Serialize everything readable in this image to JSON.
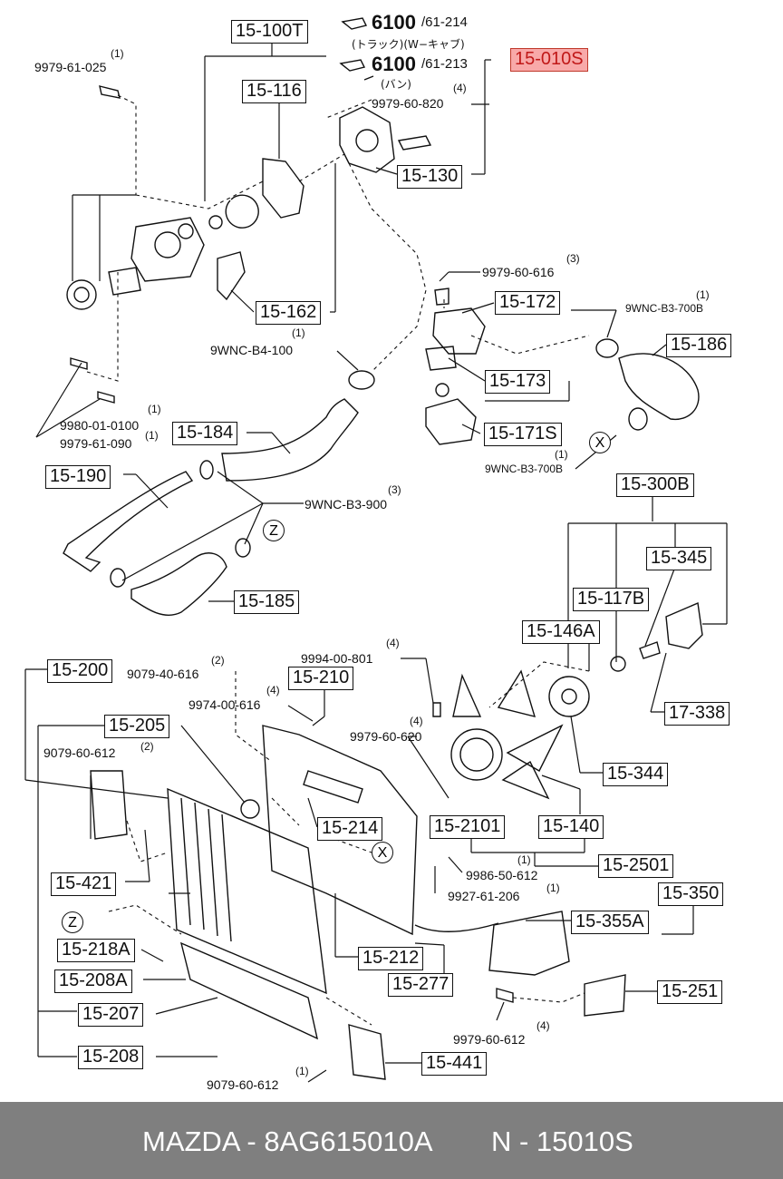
{
  "callouts": {
    "c15_100T": "15-100T",
    "c15_116": "15-116",
    "c15_010S": "15-010S",
    "c15_130": "15-130",
    "c15_162": "15-162",
    "c15_172": "15-172",
    "c15_186": "15-186",
    "c15_173": "15-173",
    "c15_171S": "15-171S",
    "c15_184": "15-184",
    "c15_190": "15-190",
    "c15_185": "15-185",
    "c15_300B": "15-300B",
    "c15_345": "15-345",
    "c15_117B": "15-117B",
    "c15_146A": "15-146A",
    "c17_338": "17-338",
    "c15_200": "15-200",
    "c15_210": "15-210",
    "c15_205": "15-205",
    "c15_344": "15-344",
    "c15_214": "15-214",
    "c15_2101": "15-2101",
    "c15_140": "15-140",
    "c15_2501": "15-2501",
    "c15_421": "15-421",
    "c15_350": "15-350",
    "c15_355A": "15-355A",
    "c15_218A": "15-218A",
    "c15_212": "15-212",
    "c15_208A": "15-208A",
    "c15_277": "15-277",
    "c15_251": "15-251",
    "c15_207": "15-207",
    "c15_208": "15-208",
    "c15_441": "15-441"
  },
  "refs": {
    "ref1_num": "6100",
    "ref1_part": "/61-214",
    "ref1_note": "(トラック)(W−キャブ)",
    "ref2_num": "6100",
    "ref2_part": "/61-213",
    "ref2_note": "(バン)"
  },
  "part_numbers": {
    "p9979_61_025": "9979-61-025",
    "p9979_60_820": "9979-60-820",
    "p9979_60_616": "9979-60-616",
    "p9WNC_B3_700B_a": "9WNC-B3-700B",
    "p9WNC_B4_100": "9WNC-B4-100",
    "p9980_01_0100": "9980-01-0100",
    "p9979_61_090": "9979-61-090",
    "p9WNC_B3_700B_b": "9WNC-B3-700B",
    "p9WNC_B3_900": "9WNC-B3-900",
    "p9994_00_801": "9994-00-801",
    "p9079_40_616": "9079-40-616",
    "p9974_00_616": "9974-00-616",
    "p9979_60_620": "9979-60-620",
    "p9079_60_612_a": "9079-60-612",
    "p9986_50_612": "9986-50-612",
    "p9927_61_206": "9927-61-206",
    "p9979_60_612": "9979-60-612",
    "p9079_60_612_b": "9079-60-612"
  },
  "quantities": {
    "q9979_61_025": "(1)",
    "q9979_60_820": "(4)",
    "q9979_60_616": "(3)",
    "q9WNC_B3_700B_a": "(1)",
    "q9WNC_B4_100": "(1)",
    "q9980_01_0100": "(1)",
    "q9979_61_090": "(1)",
    "q9WNC_B3_700B_b": "(1)",
    "q9WNC_B3_900": "(3)",
    "q9994_00_801": "(4)",
    "q9079_40_616": "(2)",
    "q9974_00_616": "(4)",
    "q9979_60_620": "(4)",
    "q9079_60_612_a": "(2)",
    "q15_2501": "(1)",
    "q9927_61_206": "(1)",
    "q9979_60_612": "(4)",
    "q9079_60_612_b": "(1)"
  },
  "markers": {
    "x1": "X",
    "z1": "Z",
    "x2": "X",
    "z2": "Z"
  },
  "footer": {
    "brand_part": "MAZDA - 8AG615010A",
    "catalog_ref": "N - 15010S"
  },
  "colors": {
    "highlight_fill": "#f8a9a9",
    "highlight_text": "#c01818",
    "footer_bg": "#7f7f7f"
  }
}
